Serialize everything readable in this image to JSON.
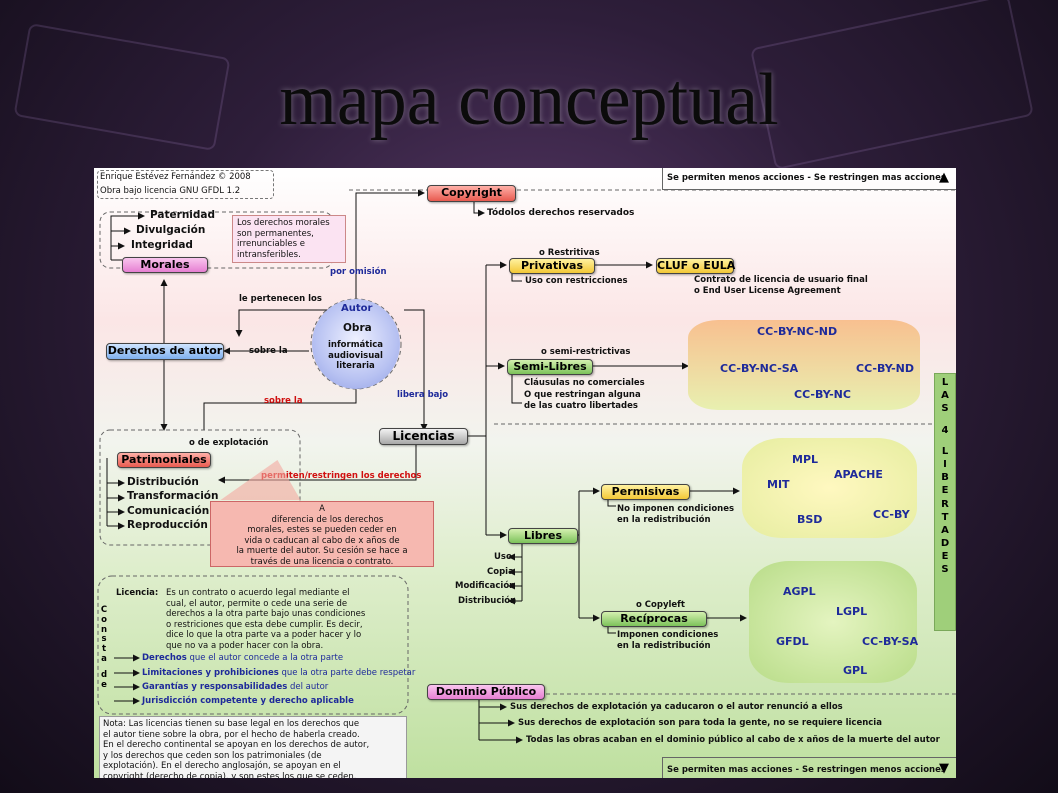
{
  "title": "mapa conceptual",
  "credit": {
    "line1": "Enrique Estévez Fernández © 2008",
    "line2": "Obra bajo licencia GNU GFDL 1.2"
  },
  "top_banner": "Se permiten menos acciones - Se restringen mas acciones",
  "bottom_banner": "Se permiten mas acciones - Se restringen menos acciones",
  "side_label": "LAS 4 LIBERTADES",
  "copyright": {
    "label": "Copyright",
    "desc": "Tódolos derechos reservados"
  },
  "morales": {
    "label": "Morales",
    "items": [
      "Paternidad",
      "Divulgación",
      "Integridad"
    ],
    "note": "Los derechos morales\nson permanentes,\nirrenunciables e\nintransferibles."
  },
  "por_omision": "por omisión",
  "le_pertenecen": "le pertenecen los",
  "autor": "Autor",
  "obra": {
    "label": "Obra",
    "types": "informática\naudiovisual\nliteraria"
  },
  "derechos_autor": "Derechos de autor",
  "sobre_la_1": "sobre la",
  "sobre_la_2": "sobre la",
  "libera_bajo": "libera bajo",
  "licencias": "Licencias",
  "explotacion": "o de explotación",
  "patrimoniales": {
    "label": "Patrimoniales",
    "items": [
      "Distribución",
      "Transformación",
      "Comunicación pública",
      "Reproducción"
    ],
    "note": "A\n    diferencia de los derechos\nmorales, estes se pueden ceder en\nvida o caducan al cabo de x años de\nla muerte del autor. Su cesión se hace a\ntravés de una licencia o contrato."
  },
  "permiten": "permiten/restringen los derechos",
  "restritivas": "o Restritivas",
  "privativas": {
    "label": "Privativas",
    "desc": "Uso con restricciones"
  },
  "cluf": {
    "label": "CLUF o EULA",
    "desc": "Contrato de licencia de usuario final\no End User License Agreement"
  },
  "semi_restrictivas": "o semi-restrictivas",
  "semi_libres": {
    "label": "Semi-Libres",
    "desc1": "Cláusulas no comerciales",
    "desc2": "O que restringan alguna\nde las cuatro libertades"
  },
  "semi_lic": [
    "CC-BY-NC-ND",
    "CC-BY-NC-SA",
    "CC-BY-ND",
    "CC-BY-NC"
  ],
  "libres": {
    "label": "Libres",
    "uses": [
      "Uso",
      "Copia",
      "Modificación",
      "Distribución"
    ]
  },
  "permisivas": {
    "label": "Permisivas",
    "desc": "No imponen condiciones\nen la redistribución"
  },
  "perm_lic": [
    "MPL",
    "APACHE",
    "MIT",
    "BSD",
    "CC-BY"
  ],
  "copyleft": "o Copyleft",
  "reciprocas": {
    "label": "Recíprocas",
    "desc": "Imponen condiciones\nen la redistribución"
  },
  "recip_lic": [
    "AGPL",
    "LGPL",
    "GFDL",
    "CC-BY-SA",
    "GPL"
  ],
  "licencia_def": {
    "head": "Licencia:",
    "text": "Es un contrato o acuerdo legal mediante el\ncual, el autor, permite o cede una serie de\nderechos a la otra parte bajo unas condiciones\no restriciones que esta debe cumplir. Es decir,\ndice lo que la otra parte va a poder hacer y lo\nque no va a poder hacer con la obra."
  },
  "consta_de": "Consta de",
  "consta_items": [
    {
      "b": "Derechos",
      "r": "que el autor concede a la otra parte"
    },
    {
      "b": "Limitaciones y prohibiciones",
      "r": "que la otra parte debe respetar"
    },
    {
      "b": "Garantías y responsabilidades",
      "r": "del autor"
    },
    {
      "b": "Jurisdicción competente y derecho aplicable",
      "r": ""
    }
  ],
  "nota": "Nota: Las licencias tienen su base legal en los derechos que\nel autor tiene sobre la obra, por el hecho de haberla creado.\nEn el derecho continental se apoyan en los derechos de autor,\ny los derechos que ceden son los patrimoniales (de\nexplotación). En el derecho anglosajón, se apoyan en el\ncopyright (derecho de copia), y son estes los que se ceden.",
  "dominio": {
    "label": "Dominio Público",
    "items": [
      "Sus derechos de explotación ya caducaron o el autor renunció a ellos",
      "Sus derechos de explotación son para toda la gente, no se requiere licencia",
      "Todas las obras acaban en el dominio público al cabo de x años de la muerte del autor"
    ]
  },
  "colors": {
    "background": "#2e1e3a",
    "title": "#0b0b0b",
    "license_text": "#1e2a9a",
    "accent_red": "#d01010"
  }
}
